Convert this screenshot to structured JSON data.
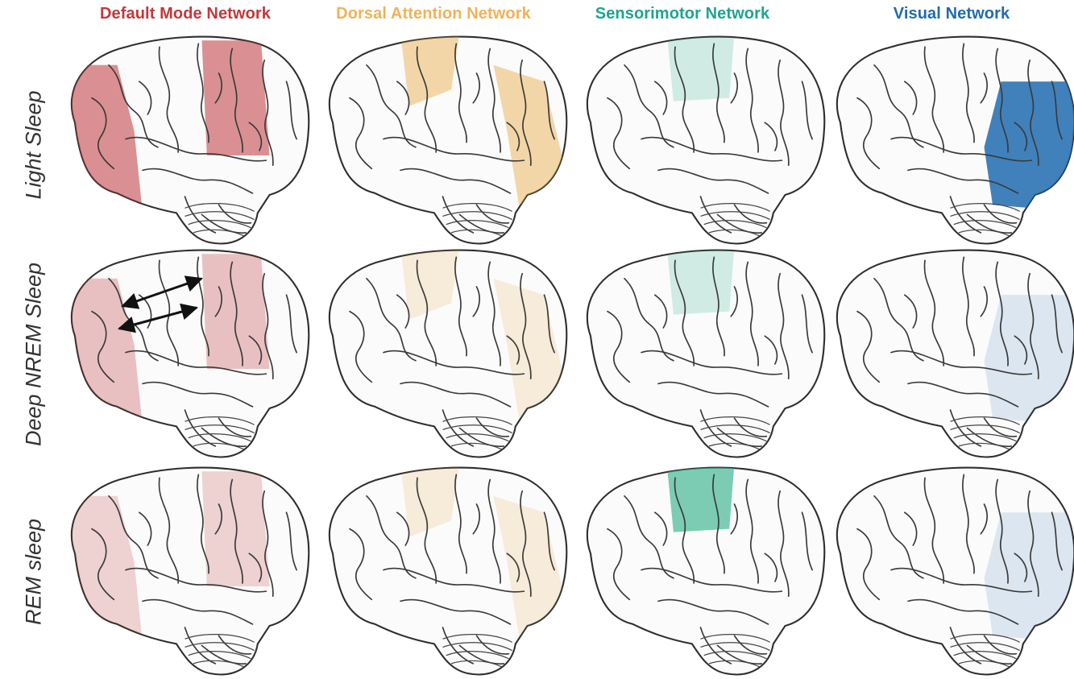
{
  "columns": [
    {
      "label": "Default Mode Network",
      "color": "#c0393d",
      "region": "default-mode"
    },
    {
      "label": "Dorsal Attention Network",
      "color": "#f0b258",
      "region": "dorsal-attention"
    },
    {
      "label": "Sensorimotor Network",
      "color": "#1fa38f",
      "region": "sensorimotor"
    },
    {
      "label": "Visual Network",
      "color": "#1f6bb0",
      "region": "visual"
    }
  ],
  "rows": [
    {
      "label": "Light Sleep"
    },
    {
      "label": "Deep NREM Sleep"
    },
    {
      "label": "REM sleep"
    }
  ],
  "fills": {
    "region_colors": {
      "default-mode": "#c0393d",
      "dorsal-attention": "#e8a840",
      "sensorimotor": "#36b28c",
      "visual": "#1f6bb0"
    },
    "opacity": [
      [
        0.55,
        0.45,
        0.22,
        0.85
      ],
      [
        0.3,
        0.18,
        0.22,
        0.14
      ],
      [
        0.22,
        0.18,
        0.65,
        0.14
      ]
    ]
  },
  "annotations": {
    "arrows": {
      "panel": [
        1,
        0
      ],
      "count": 2,
      "style": "double-headed",
      "color": "#111111"
    }
  }
}
